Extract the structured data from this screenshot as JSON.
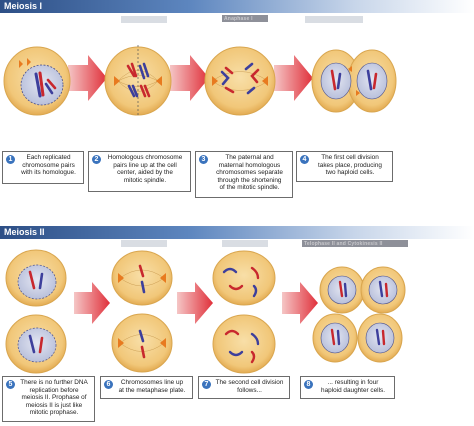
{
  "sections": [
    {
      "title": "Meiosis I",
      "stage_label": "Anaphase I",
      "steps": [
        {
          "number": "1",
          "text": "Each replicated\nchromosome pairs\nwith its homologue."
        },
        {
          "number": "2",
          "text": "Homologous chromosome\npairs line up at the cell\ncenter, aided by the\nmitotic spindle."
        },
        {
          "number": "3",
          "text": "The paternal and\nmaternal homologous\nchromosomes separate\nthrough the shortening\nof the mitotic spindle."
        },
        {
          "number": "4",
          "text": "The first cell division\ntakes place, producing\ntwo haploid cells."
        }
      ]
    },
    {
      "title": "Meiosis II",
      "stage_label": "Telophase II and Cytokinesis II",
      "steps": [
        {
          "number": "5",
          "text": "There is no further DNA\nreplication before\nmeiosis II. Prophase of\nmeiosis II is just like\nmitotic prophase."
        },
        {
          "number": "6",
          "text": "Chromosomes line up\nat the metaphase plate."
        },
        {
          "number": "7",
          "text": "The second cell division\nfollows..."
        },
        {
          "number": "8",
          "text": "... resulting in four\nhaploid daughter cells."
        }
      ]
    }
  ],
  "colors": {
    "banner": "#2d4f86",
    "cell_fill": "#f4cf8a",
    "cell_edge": "#d9a64f",
    "arrow": "#e0303a",
    "paternal": "#c8282e",
    "maternal": "#3d3f9c",
    "step_badge": "#3a73bd",
    "centrosome": "#e87a1f"
  }
}
